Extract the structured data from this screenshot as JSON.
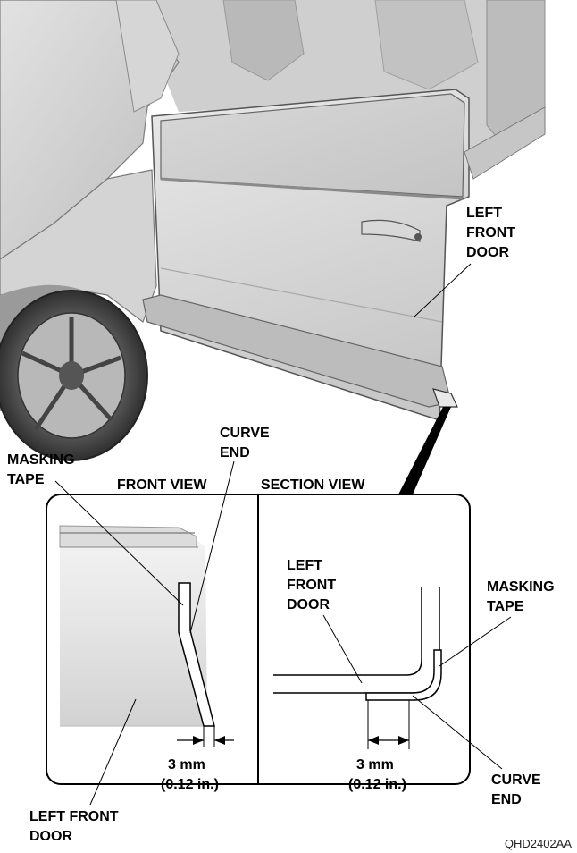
{
  "car_view": {
    "door_label": [
      "LEFT",
      "FRONT",
      "DOOR"
    ]
  },
  "front_view": {
    "title": "FRONT VIEW",
    "masking_tape_label": [
      "MASKING",
      "TAPE"
    ],
    "curve_end_label": [
      "CURVE",
      "END"
    ],
    "dimension": [
      "3 mm",
      "(0.12 in.)"
    ],
    "door_label": [
      "LEFT FRONT",
      "DOOR"
    ]
  },
  "section_view": {
    "title": "SECTION VIEW",
    "door_label": [
      "LEFT",
      "FRONT",
      "DOOR"
    ],
    "masking_tape_label": [
      "MASKING",
      "TAPE"
    ],
    "curve_end_label": [
      "CURVE",
      "END"
    ],
    "dimension": [
      "3 mm",
      "(0.12 in.)"
    ]
  },
  "figure_code": "QHD2402AA"
}
